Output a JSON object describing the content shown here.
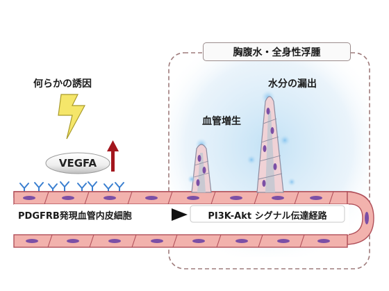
{
  "title_box": "胸腹水・全身性浮腫",
  "labels": {
    "trigger": "何らかの誘因",
    "vegfa": "VEGFA",
    "angiogenesis": "血管増生",
    "leakage": "水分の漏出",
    "endothelial_cells": "PDGFRB発現血管内皮細胞",
    "pathway": "PI3K-Akt シグナル伝達経路"
  },
  "colors": {
    "vessel_fill": "#f2b2ad",
    "vessel_border": "#b0505a",
    "nucleus": "#7b4fa5",
    "receptor": "#3a7fd0",
    "up_arrow": "#a3161d",
    "lightning": "#f5e66a",
    "edema_glow": "#cfe6f6",
    "dashed_border": "#9e7b7b"
  },
  "icons": {
    "trigger": "lightning-bolt-icon",
    "increase": "up-arrow-icon",
    "pathway_arrow": "right-triangle-arrow-icon"
  }
}
